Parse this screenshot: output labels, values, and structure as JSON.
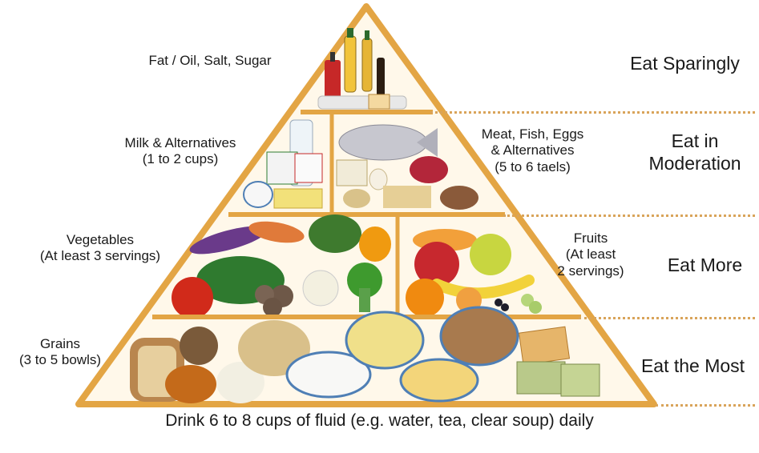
{
  "tiers": {
    "sparingly": {
      "group": "Fat / Oil, Salt, Sugar",
      "advice": "Eat Sparingly"
    },
    "moderation": {
      "milk_line1": "Milk & Alternatives",
      "milk_line2": "(1 to 2 cups)",
      "meat_line1": "Meat, Fish, Eggs",
      "meat_line2": "& Alternatives",
      "meat_line3": "(5 to 6 taels)",
      "advice_line1": "Eat in",
      "advice_line2": "Moderation"
    },
    "more": {
      "veg_line1": "Vegetables",
      "veg_line2": "(At least 3 servings)",
      "fruit_line1": "Fruits",
      "fruit_line2": "(At least",
      "fruit_line3": "2 servings)",
      "advice": "Eat More"
    },
    "most": {
      "grain_line1": "Grains",
      "grain_line2": "(3 to 5 bowls)",
      "advice": "Eat the Most"
    }
  },
  "footer": "Drink 6 to 8 cups of fluid (e.g. water, tea, clear soup) daily",
  "colors": {
    "frame": "#e3a544",
    "divider_dots": "#d9a45a"
  }
}
